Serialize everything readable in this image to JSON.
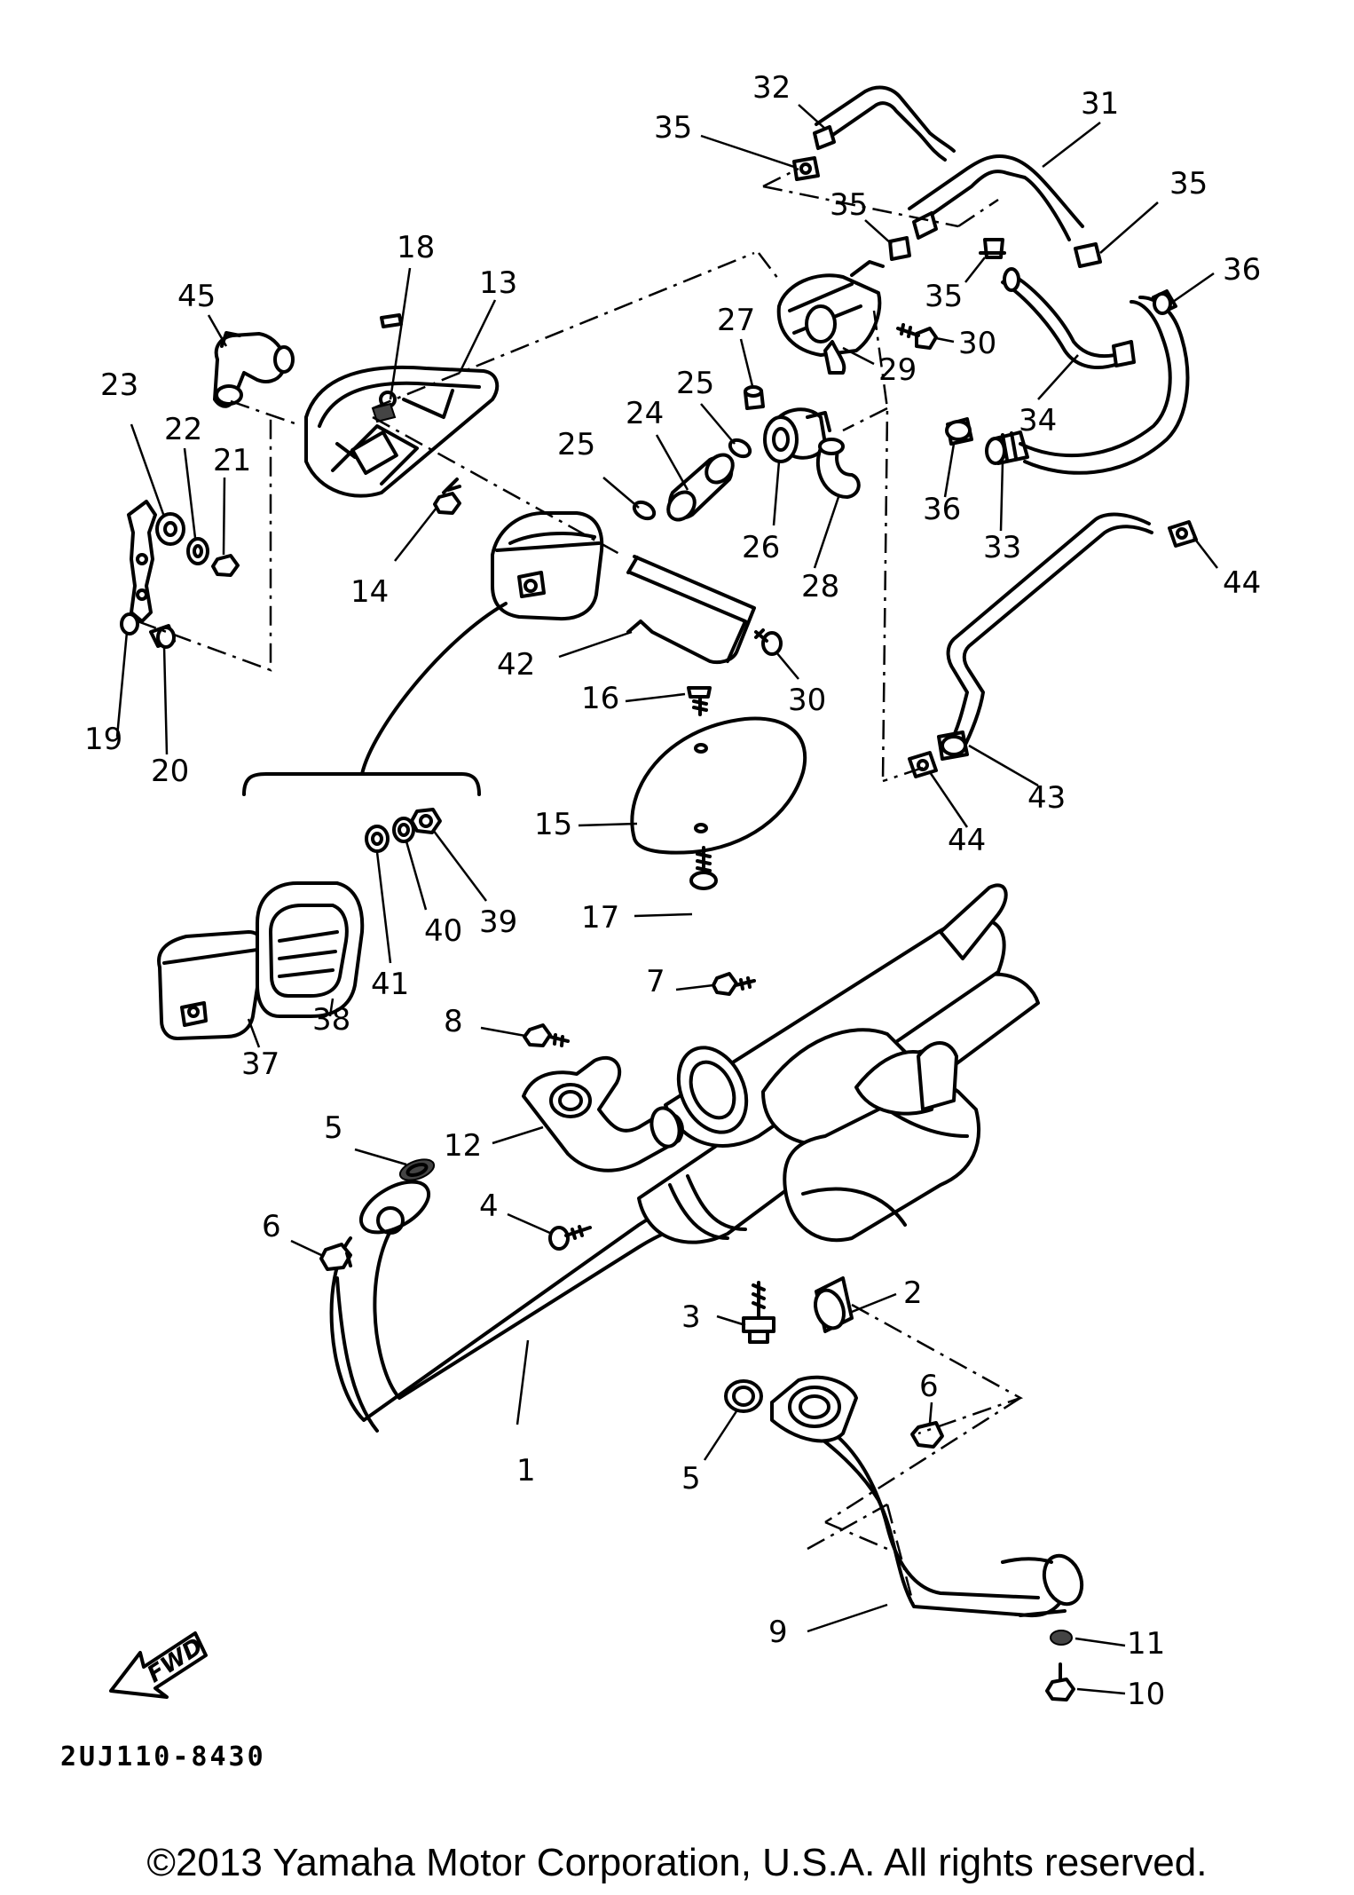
{
  "diagram": {
    "drawing_code": "2UJ110-8430",
    "copyright": "©2013 Yamaha Motor Corporation, U.S.A. All rights reserved.",
    "fwd_label": "FWD",
    "callouts": [
      "1",
      "2",
      "3",
      "4",
      "5",
      "5",
      "6",
      "6",
      "7",
      "8",
      "9",
      "10",
      "11",
      "12",
      "13",
      "14",
      "15",
      "16",
      "17",
      "18",
      "19",
      "20",
      "21",
      "22",
      "23",
      "24",
      "25",
      "25",
      "26",
      "27",
      "28",
      "29",
      "30",
      "30",
      "31",
      "32",
      "33",
      "34",
      "35",
      "35",
      "35",
      "35",
      "36",
      "36",
      "37",
      "38",
      "39",
      "40",
      "41",
      "42",
      "43",
      "44",
      "44",
      "45"
    ]
  }
}
